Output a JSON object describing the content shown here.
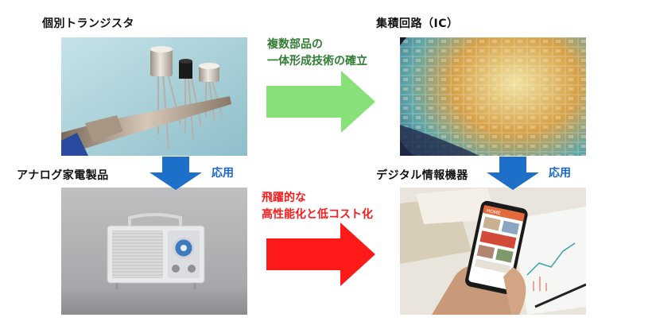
{
  "labels": {
    "transistor": "個別トランジスタ",
    "ic": "集積回路（IC）",
    "radio": "アナログ家電製品",
    "digital": "デジタル情報機器"
  },
  "annotations": {
    "top_line1": "複数部品の",
    "top_line2": "一体形成技術の確立",
    "bottom_line1": "飛躍的な",
    "bottom_line2": "高性能化と低コスト化",
    "apply_left": "応用",
    "apply_right": "応用"
  },
  "phone_screen_text": "HOME",
  "colors": {
    "green_text": "#2f7d32",
    "green_arrow": "#88e079",
    "red": "#ff1a1a",
    "blue_arrow": "#1d6fc8",
    "blue_text": "#1a66c8"
  }
}
